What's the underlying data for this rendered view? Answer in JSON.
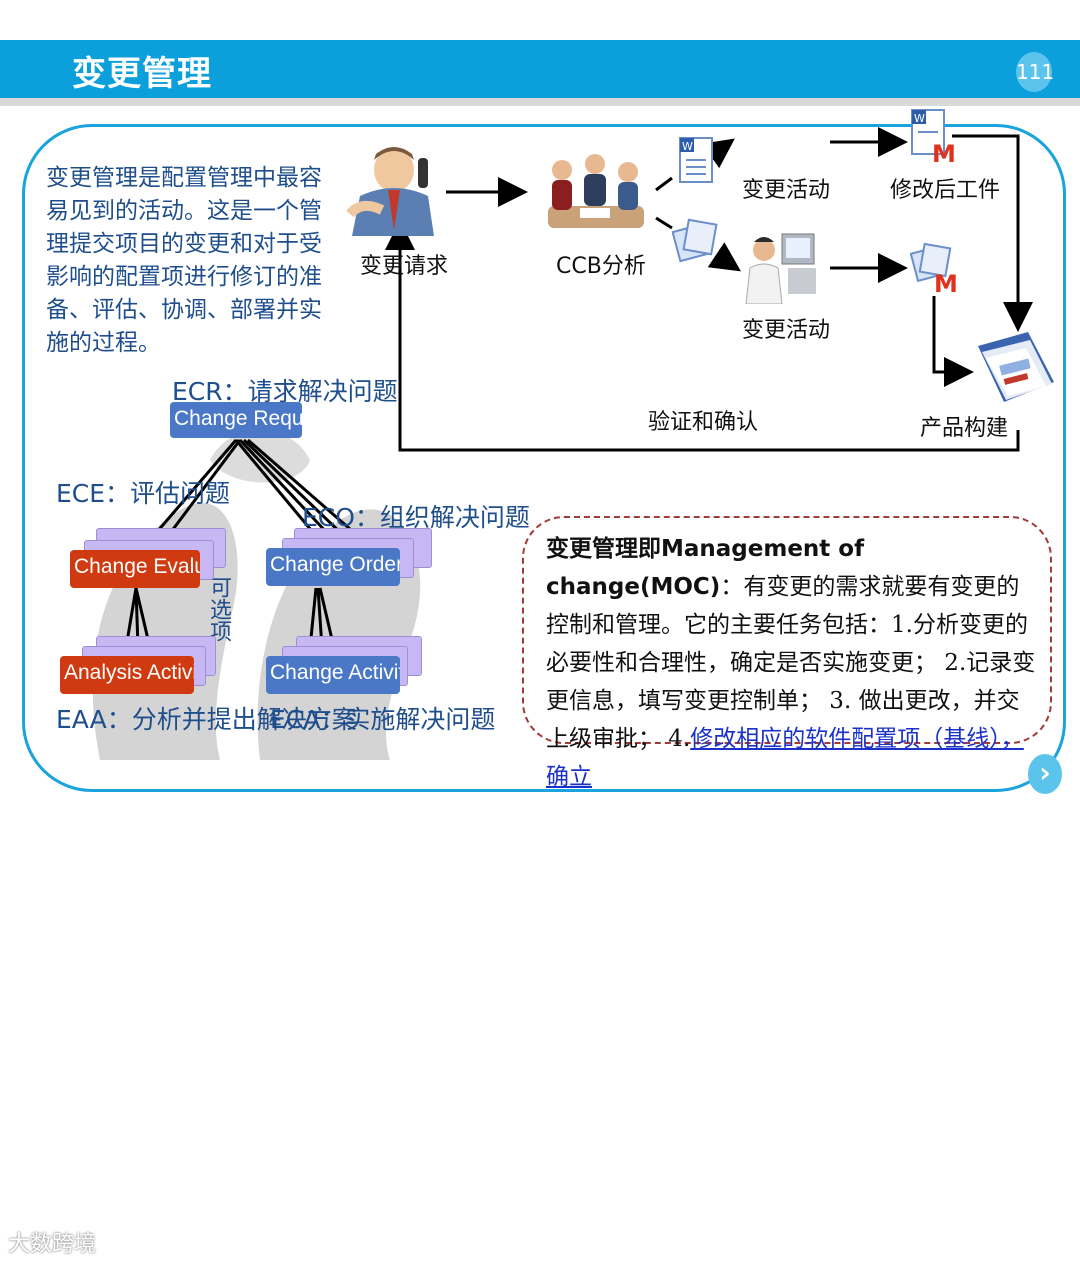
{
  "header": {
    "title": "变更管理",
    "page_number": "111"
  },
  "intro": "变更管理是配置管理中最容易见到的活动。这是一个管理提交项目的变更和对于受影响的配置项进行修订的准备、评估、协调、部署并实施的过程。",
  "flow": {
    "change_request": "变更请求",
    "ccb": "CCB分析",
    "activity_top": "变更活动",
    "activity_bottom": "变更活动",
    "modified": "修改后工件",
    "build": "产品构建",
    "verify": "验证和确认"
  },
  "tree": {
    "ecr": "ECR：请求解决问题",
    "ece": "ECE：评估问题",
    "eco": "ECO：组织解决问题",
    "eaa": "EAA：分析并提出解决方案",
    "eca": "ECA：实施解决问题",
    "optional": "可选项",
    "change_request": "Change Request",
    "change_evaluation": "Change Evaluation",
    "change_order": "Change Order",
    "analysis_activity": "Analysis Activity",
    "change_activity": "Change Activity"
  },
  "moc": {
    "heading": "变更管理即Management of change(MOC)",
    "body": "：有变更的需求就要有变更的控制和管理。它的主要任务包括：1.分析变更的必要性和合理性，确定是否实施变更； 2.记录变更信息，填写变更控制单； 3. 做出更改，并交上级审批； 4.",
    "link": "修改相应的软件配置项（基线），确立"
  },
  "nav": {
    "next": "›"
  },
  "watermark": "大数跨境",
  "colors": {
    "header": "#0b9fdc",
    "frame": "#1aa3dc",
    "intro_text": "#1f4e8c",
    "node_blue": "#4a78c6",
    "node_red": "#cf3a10",
    "dashed_border": "#a33a3a"
  }
}
